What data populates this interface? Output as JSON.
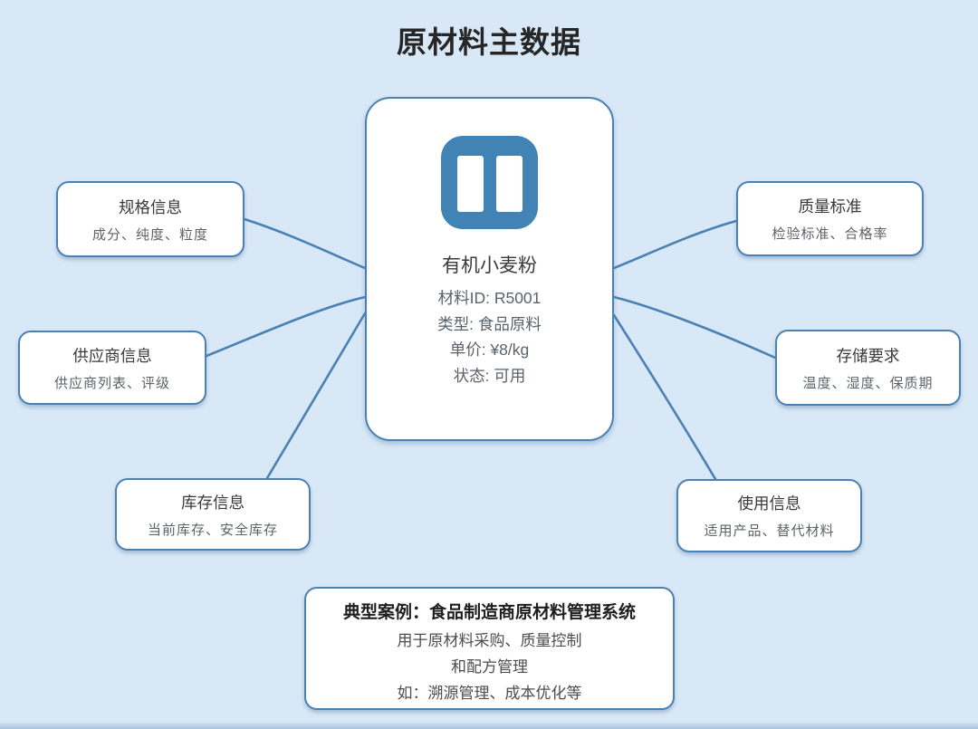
{
  "title": "原材料主数据",
  "colors": {
    "background": "#d9e8f7",
    "accent": "#4a81b3",
    "icon_blue": "#4183b4",
    "node_fill": "#ffffff",
    "title_text": "#262626",
    "body_text": "#5a626c"
  },
  "center": {
    "icon": "columns-icon",
    "name": "有机小麦粉",
    "details": [
      "材料ID: R5001",
      "类型: 食品原料",
      "单价: ¥8/kg",
      "状态: 可用"
    ]
  },
  "nodes": [
    {
      "id": "spec",
      "title": "规格信息",
      "subtitle": "成分、纯度、粒度"
    },
    {
      "id": "supplier",
      "title": "供应商信息",
      "subtitle": "供应商列表、评级"
    },
    {
      "id": "inventory",
      "title": "库存信息",
      "subtitle": "当前库存、安全库存"
    },
    {
      "id": "quality",
      "title": "质量标准",
      "subtitle": "检验标准、合格率"
    },
    {
      "id": "storage",
      "title": "存储要求",
      "subtitle": "温度、湿度、保质期"
    },
    {
      "id": "usage",
      "title": "使用信息",
      "subtitle": "适用产品、替代材料"
    }
  ],
  "edges": [
    {
      "from": "center",
      "to": "spec"
    },
    {
      "from": "center",
      "to": "supplier"
    },
    {
      "from": "center",
      "to": "inventory"
    },
    {
      "from": "center",
      "to": "quality"
    },
    {
      "from": "center",
      "to": "storage"
    },
    {
      "from": "center",
      "to": "usage"
    }
  ],
  "case_box": {
    "title": "典型案例：食品制造商原材料管理系统",
    "lines": [
      "用于原材料采购、质量控制",
      "和配方管理",
      "如：溯源管理、成本优化等"
    ]
  }
}
